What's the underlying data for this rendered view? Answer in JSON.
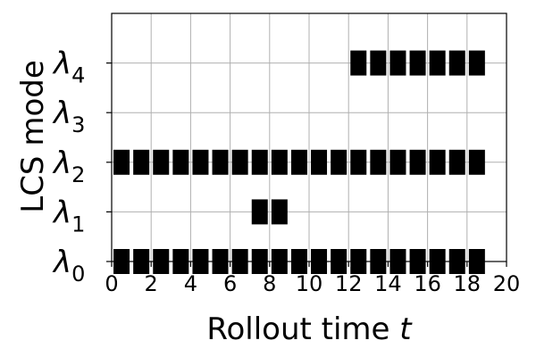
{
  "chart_data": {
    "type": "scatter",
    "marker": "square",
    "marker_color": "#000000",
    "grid": true,
    "xlabel": "Rollout time",
    "xlabel_var": "t",
    "ylabel": "LCS mode",
    "xlim": [
      0,
      20
    ],
    "ylim": [
      0,
      5
    ],
    "xticks": [
      0,
      2,
      4,
      6,
      8,
      10,
      12,
      14,
      16,
      18,
      20
    ],
    "yticks": [
      {
        "value": 0,
        "symbol": "λ",
        "sub": "0"
      },
      {
        "value": 1,
        "symbol": "λ",
        "sub": "1"
      },
      {
        "value": 2,
        "symbol": "λ",
        "sub": "2"
      },
      {
        "value": 3,
        "symbol": "λ",
        "sub": "3"
      },
      {
        "value": 4,
        "symbol": "λ",
        "sub": "4"
      }
    ],
    "points": [
      {
        "t": 0.5,
        "mode": 0
      },
      {
        "t": 1.5,
        "mode": 0
      },
      {
        "t": 2.5,
        "mode": 0
      },
      {
        "t": 3.5,
        "mode": 0
      },
      {
        "t": 4.5,
        "mode": 0
      },
      {
        "t": 5.5,
        "mode": 0
      },
      {
        "t": 6.5,
        "mode": 0
      },
      {
        "t": 7.5,
        "mode": 0
      },
      {
        "t": 8.5,
        "mode": 0
      },
      {
        "t": 9.5,
        "mode": 0
      },
      {
        "t": 10.5,
        "mode": 0
      },
      {
        "t": 11.5,
        "mode": 0
      },
      {
        "t": 12.5,
        "mode": 0
      },
      {
        "t": 13.5,
        "mode": 0
      },
      {
        "t": 14.5,
        "mode": 0
      },
      {
        "t": 15.5,
        "mode": 0
      },
      {
        "t": 16.5,
        "mode": 0
      },
      {
        "t": 17.5,
        "mode": 0
      },
      {
        "t": 18.5,
        "mode": 0
      },
      {
        "t": 7.5,
        "mode": 1
      },
      {
        "t": 8.5,
        "mode": 1
      },
      {
        "t": 0.5,
        "mode": 2
      },
      {
        "t": 1.5,
        "mode": 2
      },
      {
        "t": 2.5,
        "mode": 2
      },
      {
        "t": 3.5,
        "mode": 2
      },
      {
        "t": 4.5,
        "mode": 2
      },
      {
        "t": 5.5,
        "mode": 2
      },
      {
        "t": 6.5,
        "mode": 2
      },
      {
        "t": 7.5,
        "mode": 2
      },
      {
        "t": 8.5,
        "mode": 2
      },
      {
        "t": 9.5,
        "mode": 2
      },
      {
        "t": 10.5,
        "mode": 2
      },
      {
        "t": 11.5,
        "mode": 2
      },
      {
        "t": 12.5,
        "mode": 2
      },
      {
        "t": 13.5,
        "mode": 2
      },
      {
        "t": 14.5,
        "mode": 2
      },
      {
        "t": 15.5,
        "mode": 2
      },
      {
        "t": 16.5,
        "mode": 2
      },
      {
        "t": 17.5,
        "mode": 2
      },
      {
        "t": 18.5,
        "mode": 2
      },
      {
        "t": 12.5,
        "mode": 4
      },
      {
        "t": 13.5,
        "mode": 4
      },
      {
        "t": 14.5,
        "mode": 4
      },
      {
        "t": 15.5,
        "mode": 4
      },
      {
        "t": 16.5,
        "mode": 4
      },
      {
        "t": 17.5,
        "mode": 4
      },
      {
        "t": 18.5,
        "mode": 4
      }
    ]
  }
}
